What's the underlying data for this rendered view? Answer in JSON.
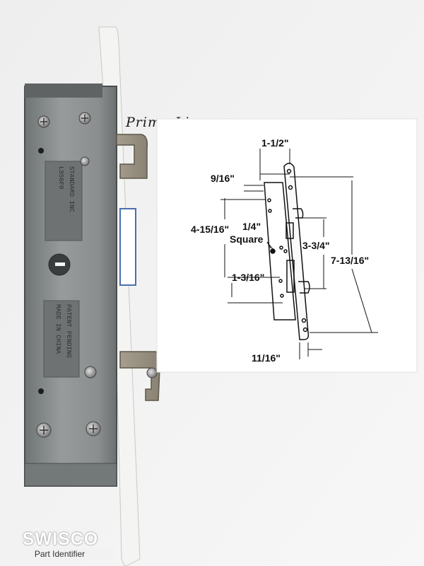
{
  "handwritten_note": "Prime-Line",
  "lock_body_stamps": {
    "upper": [
      "L9S6F0",
      "STANDARD INC"
    ],
    "lower": [
      "MADE IN CHINA",
      "PATENT PENDING"
    ]
  },
  "diagram_labels": {
    "top_width": "1-1/2\"",
    "offset": "9/16\"",
    "upper_span": "4-15/16\"",
    "square_size": "1/4\"",
    "square_word": "Square",
    "hook_span": "3-3/4\"",
    "overall_length": "7-13/16\"",
    "lower_span": "1-3/16\"",
    "faceplate_width": "11/16\""
  },
  "watermark": {
    "brand": "SWISCO",
    "subtitle": "Part Identifier"
  },
  "colors": {
    "background_paper": "#f3f3f3",
    "lock_metal": "#8a8e8f",
    "faceplate": "#f4f4f2",
    "diagram_card": "#ffffff"
  }
}
